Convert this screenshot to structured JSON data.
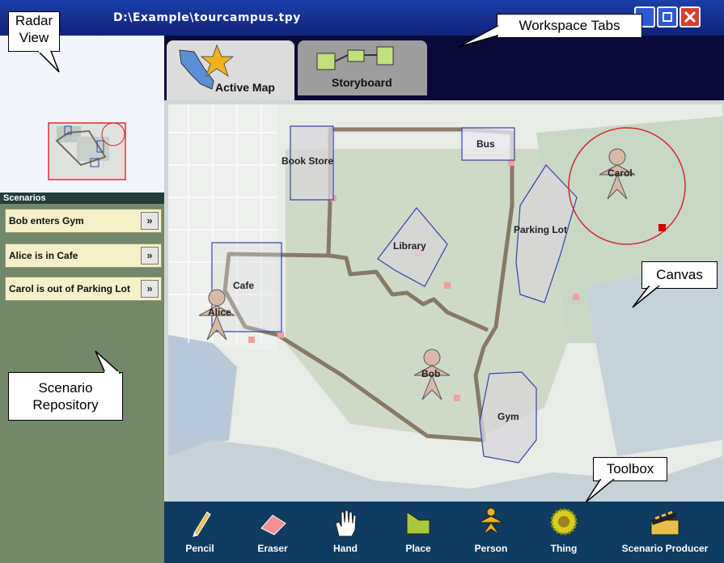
{
  "window": {
    "title": "D:\\Example\\tourcampus.tpy"
  },
  "tabs": [
    {
      "label": "Active Map"
    },
    {
      "label": "Storyboard"
    }
  ],
  "scenarios": {
    "header": "Scenarios",
    "items": [
      {
        "label": "Bob enters Gym"
      },
      {
        "label": "Alice is in Cafe"
      },
      {
        "label": "Carol is out of Parking Lot"
      }
    ]
  },
  "map": {
    "places": {
      "book_store": "Book Store",
      "bus": "Bus",
      "library": "Library",
      "parking_lot": "Parking Lot",
      "cafe": "Cafe",
      "gym": "Gym"
    },
    "people": {
      "alice": "Alice",
      "bob": "Bob",
      "carol": "Carol"
    }
  },
  "toolbox": {
    "tools": [
      {
        "label": "Pencil",
        "icon": "pencil-icon"
      },
      {
        "label": "Eraser",
        "icon": "eraser-icon"
      },
      {
        "label": "Hand",
        "icon": "hand-icon"
      },
      {
        "label": "Place",
        "icon": "place-icon"
      },
      {
        "label": "Person",
        "icon": "person-icon"
      },
      {
        "label": "Thing",
        "icon": "thing-icon"
      },
      {
        "label": "Scenario Producer",
        "icon": "clapperboard-icon"
      }
    ]
  },
  "callouts": {
    "radar": "Radar\nView",
    "workspace_tabs": "Workspace Tabs",
    "canvas": "Canvas",
    "scenario_repository": "Scenario\nRepository",
    "toolbox": "Toolbox"
  },
  "colors": {
    "title_bar": "#1b3fa8",
    "toolbox_bg": "#0f3c60",
    "scenario_bg": "#73876b",
    "place_outline": "#3344aa",
    "path": "#7a6a55",
    "radar_circle": "#d22b2b"
  }
}
